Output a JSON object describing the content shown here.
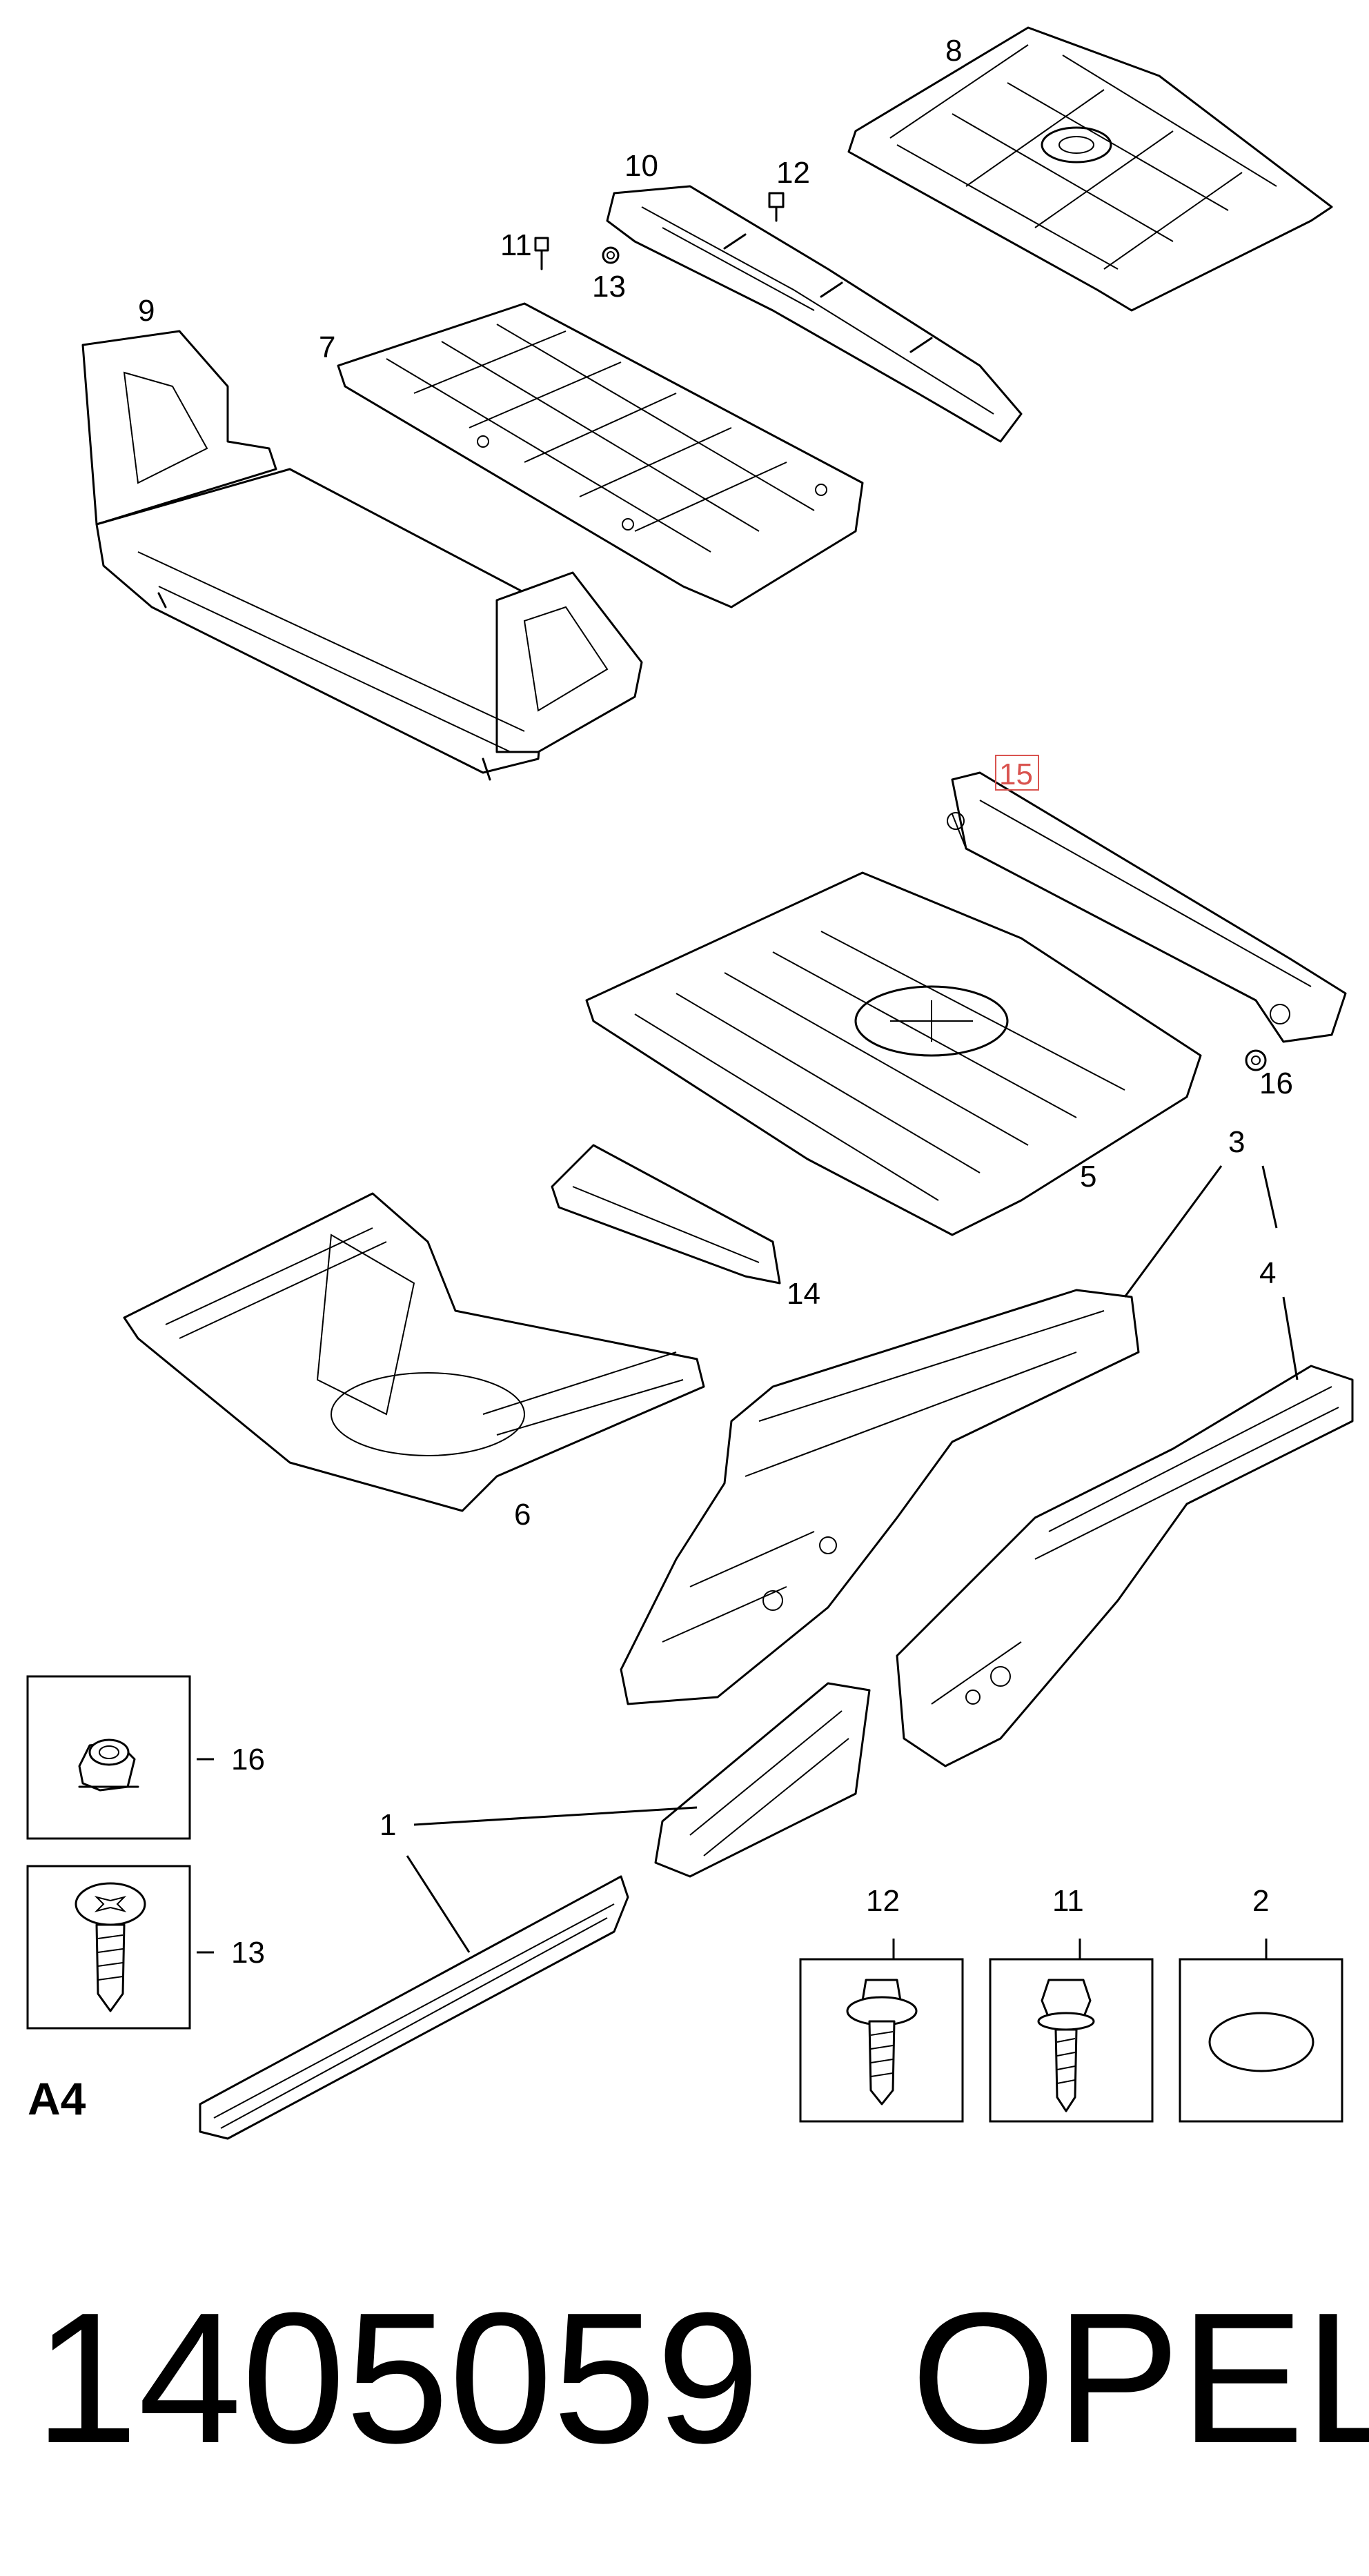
{
  "diagram": {
    "callouts": {
      "c1": "1",
      "c2": "2",
      "c3": "3",
      "c4": "4",
      "c5": "5",
      "c6": "6",
      "c7": "7",
      "c8": "8",
      "c9": "9",
      "c10": "10",
      "c11": "11",
      "c12": "12",
      "c13": "13",
      "c14": "14",
      "c15": "15",
      "c16": "16"
    },
    "details": {
      "d16": "16",
      "d13": "13",
      "d12": "12",
      "d11": "11",
      "d2": "2"
    },
    "highlighted_callout": "15",
    "reference": "A4"
  },
  "caption": {
    "part_number": "1405059",
    "brand": "OPEL"
  },
  "colors": {
    "line": "#000000",
    "highlight": "#d9534f"
  }
}
